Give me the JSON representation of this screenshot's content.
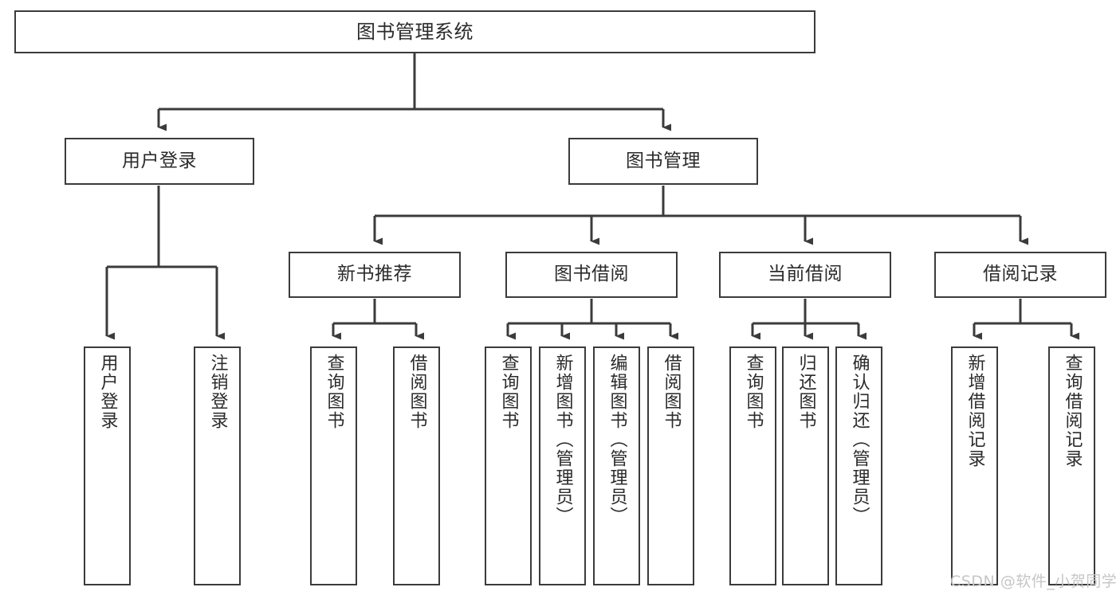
{
  "diagram": {
    "title": "图书管理系统",
    "type": "functional-structure-tree",
    "colors": {
      "stroke": "#3b3b3b",
      "fill": "#ffffff",
      "text": "#2b2b2b",
      "background": "#ffffff",
      "watermark": "#c6c6c6"
    },
    "watermark": "CSDN @软件_小贺同学",
    "nodes": {
      "root": {
        "label": "图书管理系统"
      },
      "level1": [
        {
          "label": "用户登录"
        },
        {
          "label": "图书管理"
        }
      ],
      "level2": [
        {
          "label": "新书推荐"
        },
        {
          "label": "图书借阅"
        },
        {
          "label": "当前借阅"
        },
        {
          "label": "借阅记录"
        }
      ],
      "leaves": {
        "user_login": [
          {
            "label": "用户登录"
          },
          {
            "label": "注销登录"
          }
        ],
        "new_book": [
          {
            "label": "查询图书"
          },
          {
            "label": "借阅图书"
          }
        ],
        "book_borrow": [
          {
            "label": "查询图书"
          },
          {
            "label": "新增图书（管理员）"
          },
          {
            "label": "编辑图书（管理员）"
          },
          {
            "label": "借阅图书"
          }
        ],
        "current_borrow": [
          {
            "label": "查询图书"
          },
          {
            "label": "归还图书"
          },
          {
            "label": "确认归还（管理员）"
          }
        ],
        "borrow_record": [
          {
            "label": "新增借阅记录"
          },
          {
            "label": "查询借阅记录"
          }
        ]
      }
    }
  }
}
